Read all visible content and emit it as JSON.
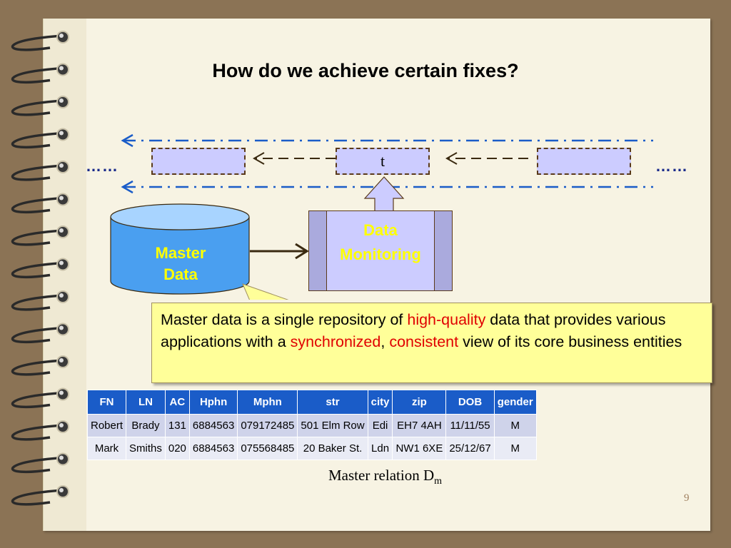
{
  "slide": {
    "title": "How do we achieve certain fixes?",
    "page_number": "9"
  },
  "diagram": {
    "ellipsis_left": "……",
    "ellipsis_right": "……",
    "tuple_label": "t",
    "master_data_line1": "Master",
    "master_data_line2": "Data",
    "monitoring_line1": "Data",
    "monitoring_line2": "Monitoring"
  },
  "callout": {
    "part1": "Master data is a single repository of ",
    "hl1": "high-quality",
    "part2": " data that provides various applications with a ",
    "hl2": "synchronized",
    "part3": ", ",
    "hl3": "consistent",
    "part4": " view of its core business entities"
  },
  "table": {
    "headers": [
      "FN",
      "LN",
      "AC",
      "Hphn",
      "Mphn",
      "str",
      "city",
      "zip",
      "DOB",
      "gender"
    ],
    "rows": [
      [
        "Robert",
        "Brady",
        "131",
        "6884563",
        "079172485",
        "501 Elm Row",
        "Edi",
        "EH7 4AH",
        "11/11/55",
        "M"
      ],
      [
        "Mark",
        "Smiths",
        "020",
        "6884563",
        "075568485",
        "20 Baker St.",
        "Ldn",
        "NW1 6XE",
        "25/12/67",
        "M"
      ]
    ],
    "caption": "Master relation D",
    "caption_sub": "m"
  },
  "colors": {
    "accent_red": "#e00000",
    "header_blue": "#1a5cc8",
    "label_yellow": "#ffff00",
    "callout_bg": "#ffff99",
    "box_lavender": "#ccccff"
  }
}
